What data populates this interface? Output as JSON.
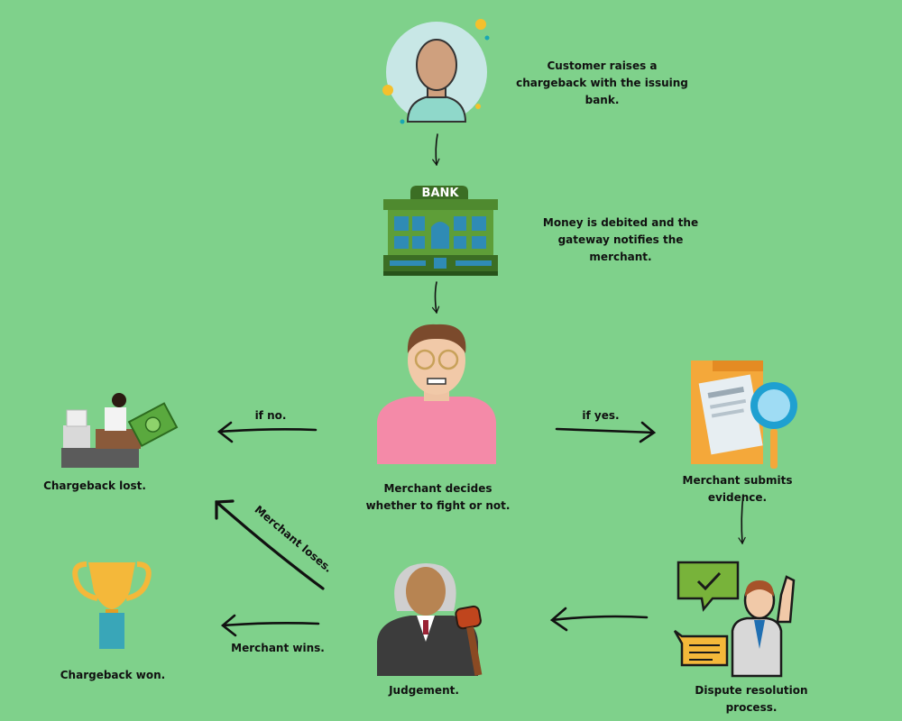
{
  "steps": {
    "customer": "Customer raises a chargeback with the issuing bank.",
    "bank": "Money is debited and the gateway notifies the merchant.",
    "merchant_decides": "Merchant decides whether to fight or not.",
    "lost": "Chargeback lost.",
    "submits": "Merchant submits evidence.",
    "dispute": "Dispute resolution process.",
    "judgement": "Judgement.",
    "won": "Chargeback won."
  },
  "edges": {
    "if_no": "if no.",
    "if_yes": "if yes.",
    "merchant_loses": "Merchant loses.",
    "merchant_wins": "Merchant wins."
  },
  "bank_sign": "BANK",
  "colors": {
    "background": "#7fd18b",
    "arrow": "#111111"
  }
}
